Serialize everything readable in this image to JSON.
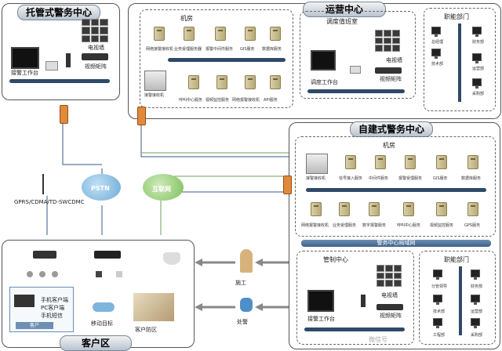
{
  "regions": {
    "hosted": {
      "title": "托管式警务中心"
    },
    "ops": {
      "title": "运营中心"
    },
    "selfbuilt": {
      "title": "自建式警务中心"
    },
    "customer": {
      "title": "客户区"
    }
  },
  "hosted_center": {
    "tv_wall": "电视墙",
    "video_matrix": "视频矩阵",
    "workstation": "接警工作台"
  },
  "ops_center": {
    "machine_room": "机房",
    "dispatch_room": "调度值班室",
    "functional_dept": "职能部门",
    "servers_top": [
      "网络接警接收机",
      "业务受理服务器",
      "报警中间件服务",
      "GIS服务",
      "数据库服务"
    ],
    "servers_bottom": [
      "呼叫中心服务",
      "视频监控服务",
      "网络报警接收机",
      "API服务"
    ],
    "receiver": "接警接收机",
    "tv_wall": "电视墙",
    "video_matrix": "视频矩阵",
    "dispatch_station": "调度工作台",
    "depts": [
      "总经理",
      "财务部",
      "技术部",
      "运营部",
      "采购部"
    ]
  },
  "selfbuilt_center": {
    "machine_room": "机房",
    "receiver": "接警接收机",
    "servers_top": [
      "信号接入服务",
      "中间件服务",
      "报警受理服务",
      "GIS服务",
      "数据库服务"
    ],
    "servers_bottom": [
      "网络报警接收机",
      "业务受理服务",
      "数字报警服务",
      "呼叫中心服务",
      "视频监控服务",
      "GPS服务"
    ],
    "lan": "警务中心局域网",
    "control_center": "管制中心",
    "tv_wall": "电视墙",
    "video_matrix": "视频矩阵",
    "workstation": "接警工作台",
    "functional_dept": "职能部门",
    "depts": [
      "分管领导",
      "财务部",
      "技术部",
      "运营部",
      "工程部",
      "采购部"
    ]
  },
  "network": {
    "pstn": "PSTN",
    "internet": "互联网",
    "wireless": "GPRS/CDMA/TD-SWCDMC"
  },
  "customer": {
    "phone_client": "手机客户端",
    "pc_client": "PC客户端",
    "phone_sms": "手机短信",
    "client_tag": "客户",
    "mobile_target": "移动目标",
    "defense_area": "客户防区"
  },
  "actors": {
    "construction": "施工",
    "response": "处警"
  },
  "watermark": "微信号"
}
